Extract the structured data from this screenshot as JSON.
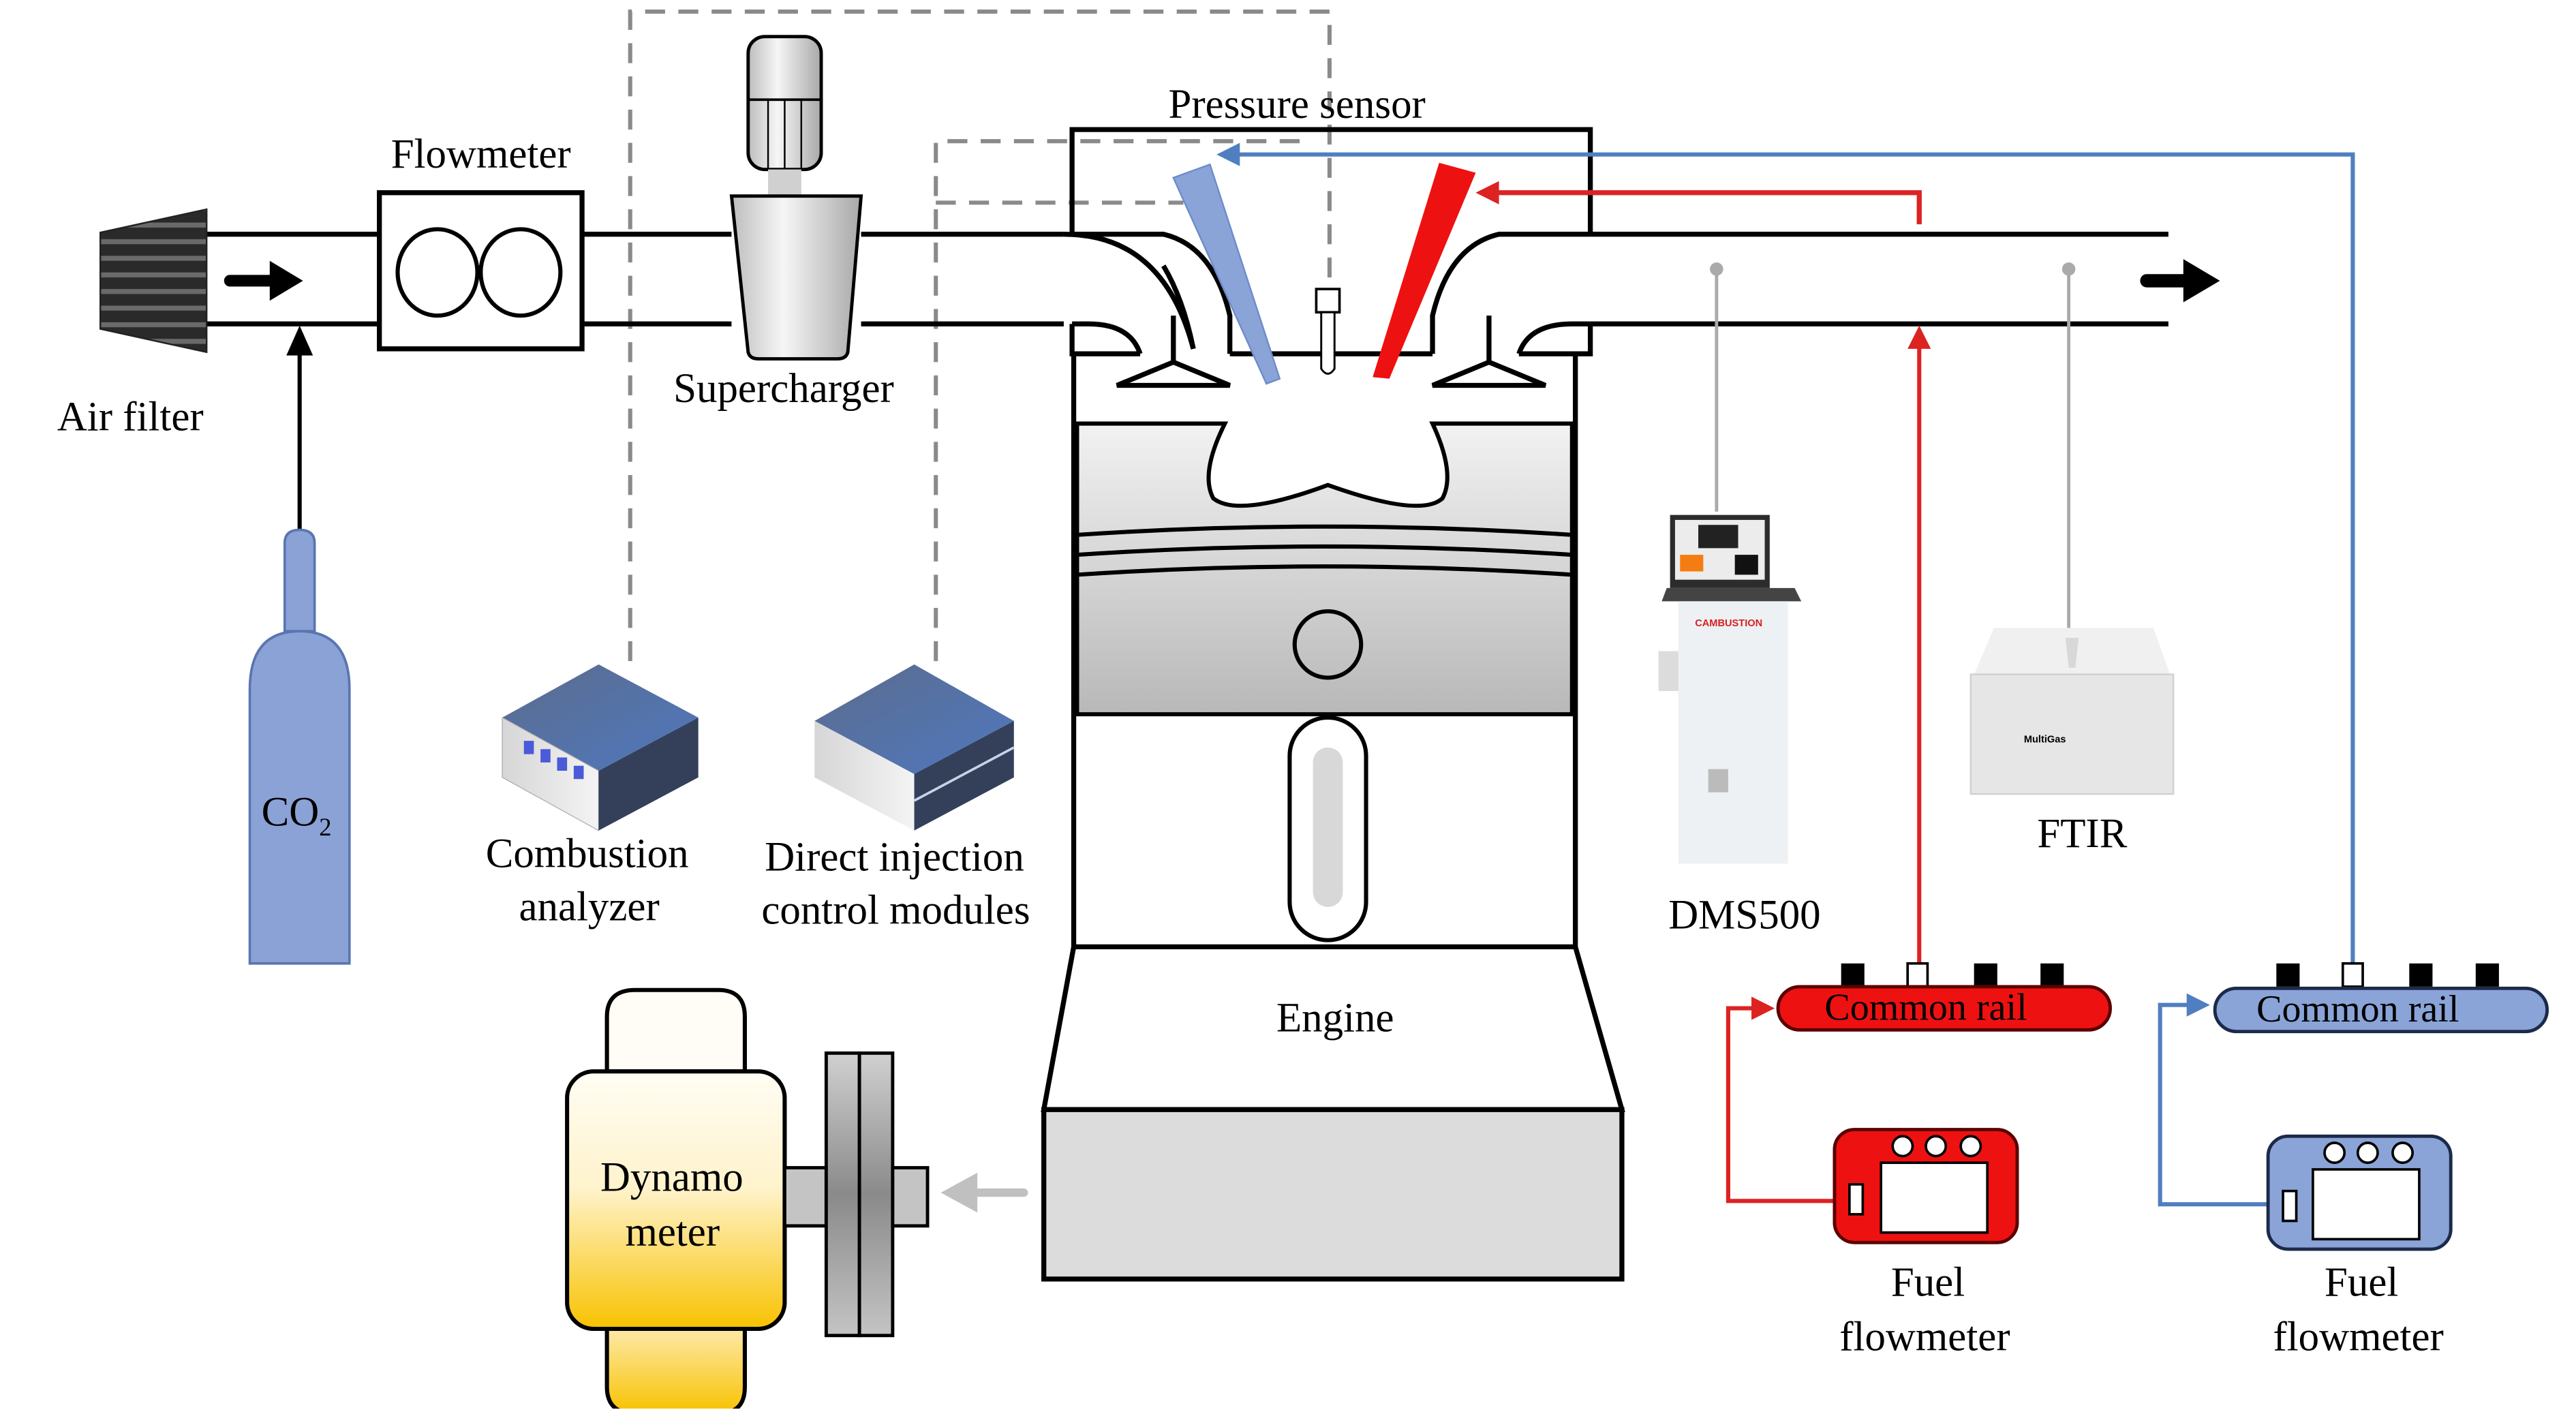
{
  "figure": {
    "type": "experimental setup schematic",
    "subject": "Dual-fuel engine test bench"
  },
  "labels": {
    "air_filter": "Air filter",
    "flowmeter": "Flowmeter",
    "supercharger": "Supercharger",
    "pressure_sensor": "Pressure  sensor",
    "co2": "CO",
    "co2_sub": "2",
    "combustion_analyzer_l1": "Combustion",
    "combustion_analyzer_l2": "analyzer",
    "di_control_l1": "Direct injection",
    "di_control_l2": "control modules",
    "engine": "Engine",
    "dynamometer_l1": "Dynamo",
    "dynamometer_l2": "meter",
    "dms500": "DMS500",
    "ftir": "FTIR",
    "common_rail_red": "Common rail",
    "common_rail_blue": "Common rail",
    "fuel_flowmeter_red_l1": "Fuel",
    "fuel_flowmeter_red_l2": "flowmeter",
    "fuel_flowmeter_blue_l1": "Fuel",
    "fuel_flowmeter_blue_l2": "flowmeter"
  },
  "instrument_text": {
    "dms500_brand": "CAMBUSTION",
    "ftir_brand": "MultiGas"
  },
  "colors": {
    "fuel_red": "#ee1111",
    "fuel_blue": "#8aa4d8",
    "line_red": "#dd2222",
    "line_blue": "#4f7fc0",
    "dashed_signal": "#8a8a8a",
    "co2_cylinder": "#8aa2d6",
    "dyno_yellow": "#f8c200"
  },
  "connections": [
    {
      "from": "CO2 cylinder",
      "to": "intake pipe",
      "style": "black arrow"
    },
    {
      "from": "Common rail (red)",
      "to": "red injector",
      "style": "red arrow"
    },
    {
      "from": "Common rail (blue)",
      "to": "blue injector",
      "style": "blue arrow"
    },
    {
      "from": "Fuel flowmeter (red)",
      "to": "Common rail (red)",
      "style": "red arrow"
    },
    {
      "from": "Fuel flowmeter (blue)",
      "to": "Common rail (blue)",
      "style": "blue arrow"
    },
    {
      "from": "Combustion analyzer",
      "to": "Pressure sensor",
      "style": "grey dashed"
    },
    {
      "from": "Direct injection control modules",
      "to": "injector",
      "style": "grey dashed"
    },
    {
      "from": "Exhaust pipe",
      "to": "DMS500",
      "style": "grey probe"
    },
    {
      "from": "Exhaust pipe",
      "to": "FTIR",
      "style": "grey probe"
    },
    {
      "from": "Engine",
      "to": "Dynamometer",
      "style": "grey arrow"
    }
  ]
}
